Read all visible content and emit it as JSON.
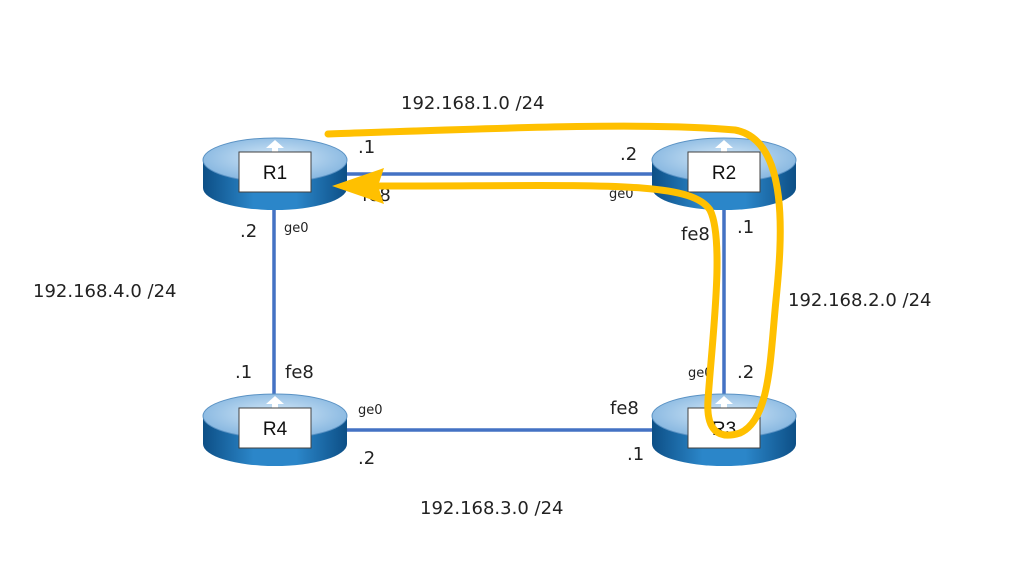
{
  "diagram": {
    "routers": [
      {
        "id": "r1",
        "label": "R1"
      },
      {
        "id": "r2",
        "label": "R2"
      },
      {
        "id": "r3",
        "label": "R3"
      },
      {
        "id": "r4",
        "label": "R4"
      }
    ],
    "networks": {
      "r1_r2": "192.168.1.0 /24",
      "r2_r3": "192.168.2.0 /24",
      "r3_r4": "192.168.3.0 /24",
      "r1_r4": "192.168.4.0 /24"
    },
    "addresses": {
      "r1_to_r2": ".1",
      "r2_to_r1": ".2",
      "r2_to_r3": ".1",
      "r3_to_r2": ".2",
      "r3_to_r4": ".1",
      "r4_to_r3": ".2",
      "r1_to_r4": ".2",
      "r4_to_r1": ".1"
    },
    "interfaces": {
      "r1_to_r2": "fe8",
      "r1_to_r4": "ge0",
      "r2_to_r1": "ge0",
      "r2_to_r3": "fe8",
      "r3_to_r2": "ge0",
      "r3_to_r4": "fe8",
      "r4_to_r1": "fe8",
      "r4_to_r3": "ge0"
    },
    "colors": {
      "link": "#4472c4",
      "router_top": "#9cc3e6",
      "router_body": "#1f6fb0",
      "path_arrow": "#ffc000"
    }
  }
}
